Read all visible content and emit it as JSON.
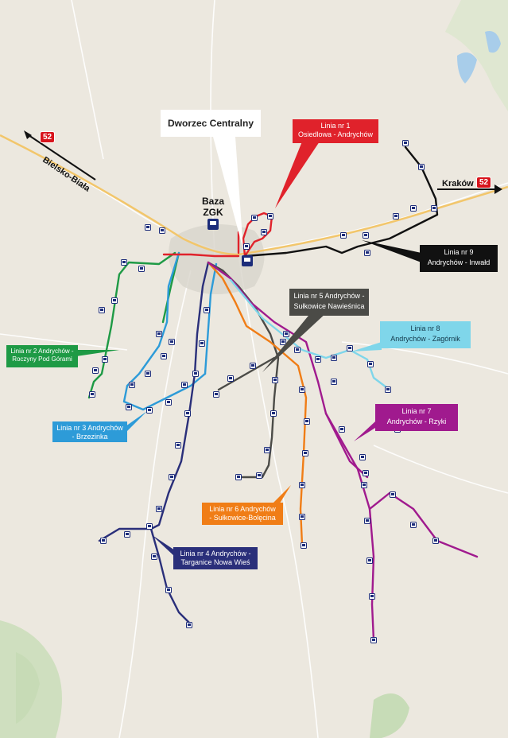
{
  "colors": {
    "l1": "#e0222b",
    "l2": "#1e9a45",
    "l3": "#2d9bd8",
    "l4": "#2a2f7a",
    "l5": "#4b4b47",
    "l6": "#f07d16",
    "l7": "#a01a8e",
    "l8": "#7fd6ea",
    "l9": "#111111",
    "background": "#ece8df",
    "stop": "#1c2c7a"
  },
  "labels": {
    "station": "Dworzec Centralny",
    "baza_line1": "Baza",
    "baza_line2": "ZGK",
    "road_west": "Bielsko-Biała",
    "road_east": "Kraków",
    "road_number_west": "52",
    "road_number_east": "52"
  },
  "lines": [
    {
      "id": "l1",
      "line1": "Linia nr 1",
      "line2": "Osiedlowa - Andrychów"
    },
    {
      "id": "l2",
      "line1": "Linia nr 2 Andrychów -",
      "line2": "Roczyny Pod Górami"
    },
    {
      "id": "l3",
      "line1": "Linia nr 3 Andrychów",
      "line2": "- Brzezinka"
    },
    {
      "id": "l4",
      "line1": "Linia nr 4 Andrychów -",
      "line2": "Targanice Nowa Wieś"
    },
    {
      "id": "l5",
      "line1": "Linia nr 5 Andrychów -",
      "line2": "Sułkowice Nawieśnica"
    },
    {
      "id": "l6",
      "line1": "Linia nr 6 Andrychów",
      "line2": "- Sułkowice-Bolęcina"
    },
    {
      "id": "l7",
      "line1": "Linia nr 7",
      "line2": "Andrychów - Rzyki"
    },
    {
      "id": "l8",
      "line1": "Linia nr 8",
      "line2": "Andrychów - Zagórnik"
    },
    {
      "id": "l9",
      "line1": "Linia nr 9",
      "line2": "Andrychów - Inwałd"
    }
  ]
}
